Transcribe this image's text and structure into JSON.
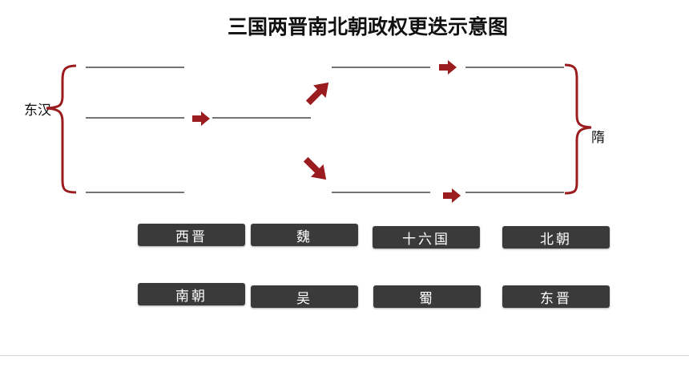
{
  "title": "三国两晋南北朝政权更迭示意图",
  "left_label": "东汉",
  "right_label": "隋",
  "accent_color": "#9b1c1f",
  "chip_color": "#3a3a3a",
  "line_color": "#222222",
  "chips": [
    {
      "label": "西晋"
    },
    {
      "label": "魏"
    },
    {
      "label": "十六国"
    },
    {
      "label": "北朝"
    },
    {
      "label": "南朝"
    },
    {
      "label": "吴"
    },
    {
      "label": "蜀"
    },
    {
      "label": "东晋"
    }
  ]
}
